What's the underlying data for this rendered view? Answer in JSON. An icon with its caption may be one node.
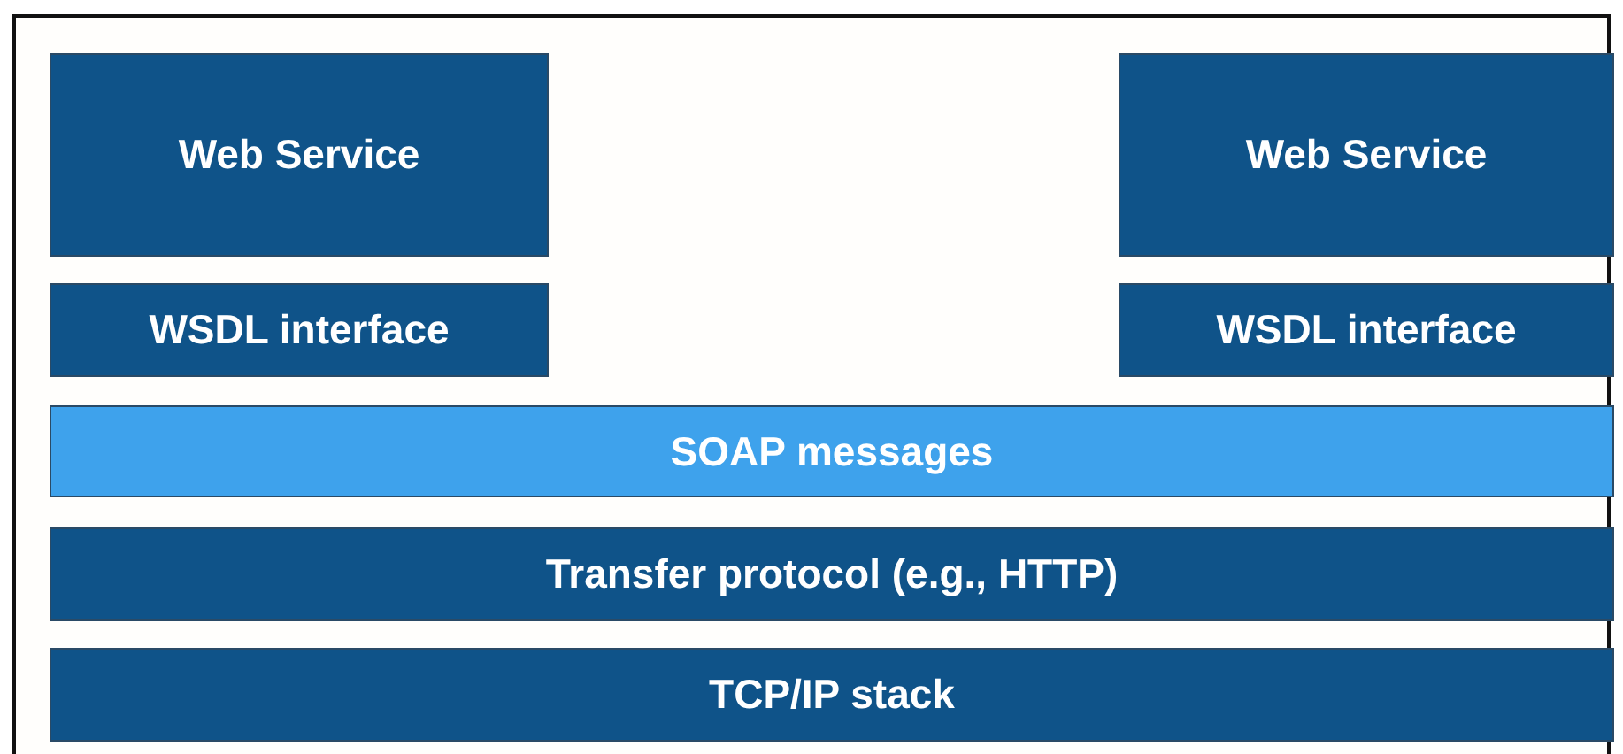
{
  "diagram": {
    "nodes": [
      {
        "text": [
          "Web Service"
        ]
      },
      {
        "text": [
          "WSDL interface"
        ]
      },
      {
        "text": [
          "Web Service"
        ]
      },
      {
        "text": [
          "WSDL interface"
        ]
      },
      {
        "text": [
          "SOAP messages"
        ]
      },
      {
        "text": [
          "Transfer protocol (e.g., HTTP)"
        ]
      },
      {
        "text": [
          "TCP/IP stack"
        ]
      }
    ]
  }
}
